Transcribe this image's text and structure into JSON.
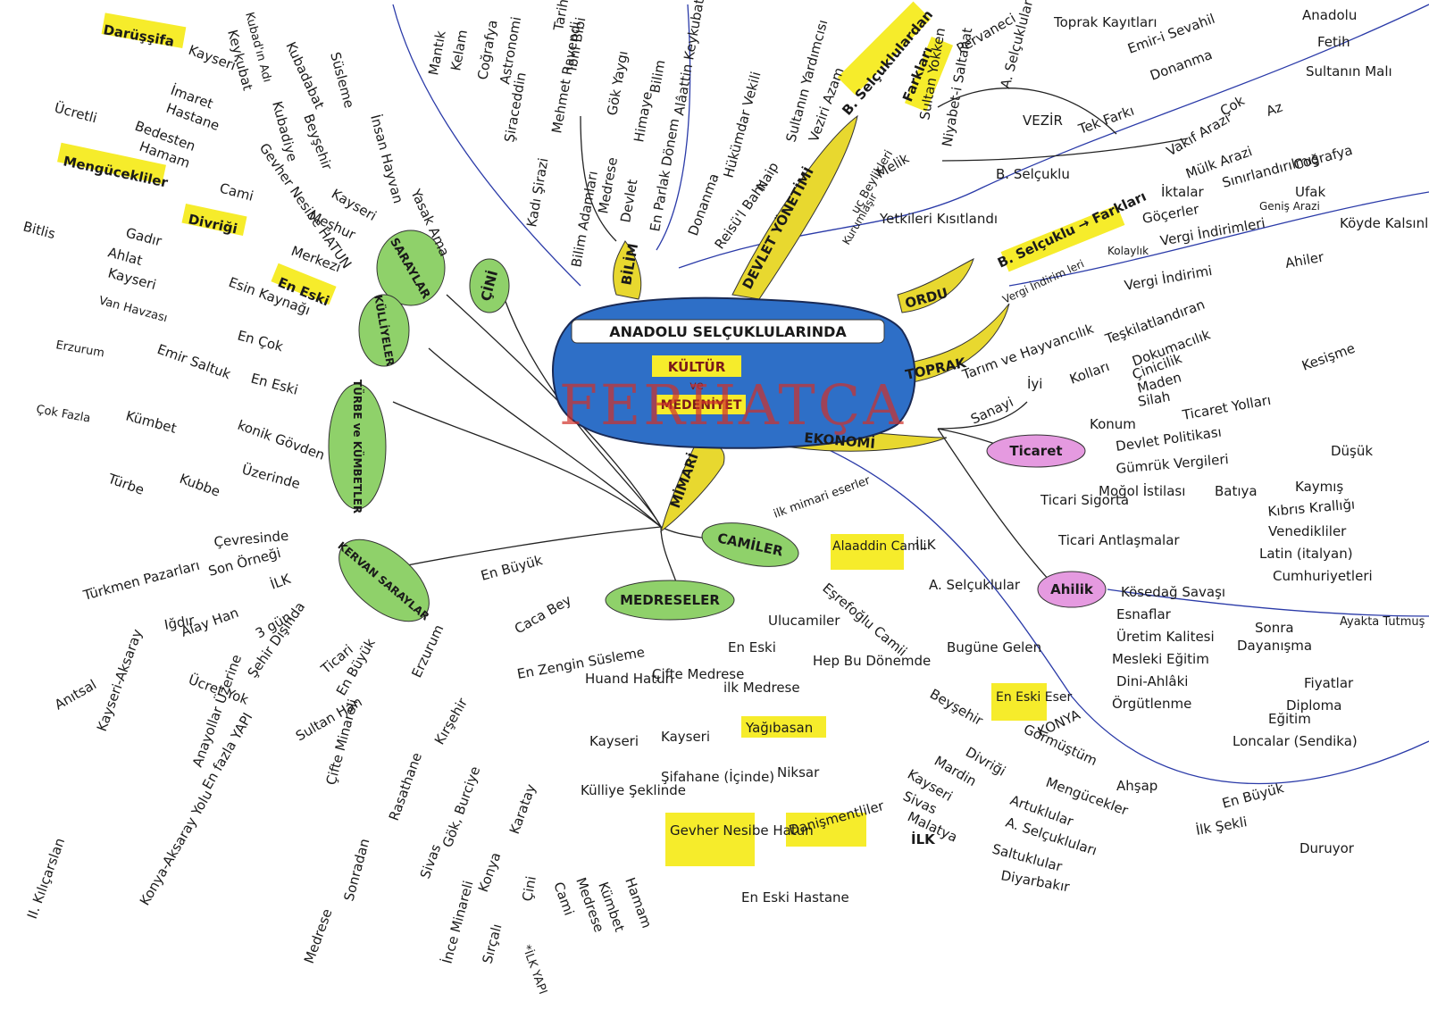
{
  "watermark": "FERHATÇA",
  "center": {
    "title": "ANADOLU SELÇUKLULARINDA",
    "line2": "KÜLTÜR",
    "line3": "ve",
    "line4": "MEDENİYET",
    "fill_color": "#2e6fc7"
  },
  "colors": {
    "highlight": "#f6ec2b",
    "green_node": "#8fd16a",
    "pink_node": "#e59ae0",
    "main_branch": "#e8d82f",
    "boundary": "#2a3aa8"
  },
  "branches": {
    "bilim": "BİLİM",
    "devlet": "DEVLET YÖNETİMİ",
    "ordu": "ORDU",
    "toprak": "TOPRAK",
    "ekonomi": "EKONOMİ",
    "mimari": "MİMARİ",
    "cini": "ÇİNİ",
    "saraylar": "SARAYLAR",
    "kulliyeler": "KÜLLİYELER",
    "turbe": "TÜRBE ve KÜMBETLER",
    "kervan": "KERVAN SARAYLAR",
    "medreseler": "MEDRESELER",
    "camiler": "CAMİLER",
    "ticaret": "Ticaret",
    "ahilik": "Ahilik"
  },
  "labels": {
    "bilim_adamlari": "Bilim Adamları",
    "kadi_siraci": "Kadı Şirazi",
    "siraceddin": "Şiraceddin",
    "cografya": "Coğrafya",
    "astronomi": "Astronomi",
    "mantik": "Mantık",
    "kelam": "Kelam",
    "mehmet_ravendi": "Mehmet Ravendi",
    "tarih": "Tarih",
    "ibni_bibi": "İbni Bibi",
    "medrese": "Medrese",
    "gok_yaygi": "Gök Yaygı",
    "devlet": "Devlet",
    "himaye": "Himaye",
    "bilim": "Bilim",
    "alaaddin_keykubat": "Alâattin Keykubat",
    "en_parlak_donem": "En Parlak Dönem",
    "donanma": "Donanma",
    "reisul_bahr": "Reisü'l Bahr",
    "hukumdar_vekili": "Hükümdar Vekili",
    "naip": "Naip",
    "sultanin_yardimcisi": "Sultanın Yardımcısı",
    "veziri_azam": "Veziri Azam",
    "b_selcuklu_top": "B. Selçuklulardan",
    "farklari": "Farkları",
    "kurumlasir": "Kurumlaşır",
    "uc_beylikleri": "uç Beylikleri",
    "melik": "Melik",
    "yetkileri_kisitlandi": "Yetkileri Kısıtlandı",
    "sultan_yokken": "Sultan Yokken",
    "niyabet_saltanat": "Niyabet-i Saltanat",
    "pervaneci": "Pervaneci",
    "toprak_kayitlari": "Toprak Kayıtları",
    "a_selcuklu_vezir": "A. Selçuklularda",
    "vezir": "VEZİR",
    "emiri_sevahil": "Emir-i Sevahil",
    "donanma2": "Donanma",
    "tek_farki": "Tek Farkı",
    "b_selcuklu": "B. Selçuklu",
    "vakif_arazi": "Vakıf Arazi",
    "cok": "Çok",
    "mulk_arazi": "Mülk Arazi",
    "az": "Az",
    "iktalar": "İktalar",
    "sinirlandirilmis": "Sınırlandırılmış",
    "cografya2": "Coğrafya",
    "ufak": "Ufak",
    "anadolu": "Anadolu",
    "fetih": "Fetih",
    "sultanin_mali": "Sultanın Malı",
    "gocerler": "Göçerler",
    "genis_arazi": "Geniş Arazi",
    "b_selcuklu_farklari": "B. Selçuklu → Farkları",
    "kolaylik": "Kolaylık",
    "vergi_indirimleri": "Vergi İndirimleri",
    "koyde_kalsinlar": "Köyde Kalsınlar",
    "b_selcuklu_3": "B. Selçuklu",
    "vergi_indirim_leri": "Vergi İndirim leri",
    "tarim_hayvancilik": "Tarım ve Hayvancılık",
    "vergi_indirimi": "Vergi İndirimi",
    "teskilatlandiran": "Teşkilatlandıran",
    "ahiler": "Ahiler",
    "sanayi": "Sanayi",
    "iyi": "İyi",
    "kollari": "Kolları",
    "dokumacilik": "Dokumacılık",
    "cinicilik": "Çinicilik",
    "maden": "Maden",
    "silah": "Silah",
    "kesisme": "Kesişme",
    "konum": "Konum",
    "ticaret_yollari": "Ticaret Yolları",
    "devlet_politikasi": "Devlet Politikası",
    "gumruk_vergileri": "Gümrük Vergileri",
    "dusuk": "Düşük",
    "ticari_sigorta": "Ticari Sigorta",
    "mogol_istilasi": "Moğol İstilası",
    "batiya": "Batıya",
    "kaymis": "Kaymış",
    "ticari_antlasmalar": "Ticari Antlaşmalar",
    "kibris": "Kıbrıs Krallığı",
    "venedik": "Venedikliler",
    "latin": "Latin (italyan)",
    "cumhuriyetleri": "Cumhuriyetleri",
    "kosedag": "Kösedağ Savaşı",
    "sonra": "Sonra",
    "ayakta_tutmus": "Ayakta Tutmuş",
    "esnaflar": "Esnaflar",
    "dayanisma": "Dayanışma",
    "uretim_kalitesi": "Üretim Kalitesi",
    "fiyatlar": "Fiyatlar",
    "mesleki_egitim": "Mesleki Eğitim",
    "diploma": "Diploma",
    "dini_ahlaki": "Dini-Ahlâki",
    "egitim": "Eğitim",
    "orgutlenme": "Örgütlenme",
    "loncalar": "Loncalar (Sendika)",
    "ilk_mimari": "ilk mimari eserler",
    "alaaddin_camii": "Alaaddin Camii",
    "ilk": "İLK",
    "a_selcuklulari": "A. Selçuklular",
    "bugune_gelen": "Bugüne Gelen",
    "en_eski_eser": "En Eski Eser",
    "konya": "KONYA",
    "esrefoglu": "Eşrefoğlu Camii",
    "beysehir": "Beyşehir",
    "gormustum": "Görmüştüm",
    "ahsap": "Ahşap",
    "en_buyuk": "En Büyük",
    "ilk_sekli": "İlk Şekli",
    "duruyor": "Duruyor",
    "ulucamiler": "Ulucamiler",
    "hep_bu_donemde": "Hep Bu Dönemde",
    "divrigi": "Divriği",
    "mengucekler": "Mengücekler",
    "mardin": "Mardin",
    "artuklular": "Artuklular",
    "kayseri": "Kayseri",
    "sivas": "Sivas",
    "a_selcuklulari2": "A. Selçukluları",
    "malatya": "Malatya",
    "ilk2": "İLK",
    "saltuklular": "Saltuklular",
    "diyarbakir": "Diyarbakır",
    "en_buyuk_med": "En Büyük",
    "caca_bey": "Caca Bey",
    "en_zengin_susleme": "En Zengin Süsleme",
    "huand_hatun": "Huand Hatun",
    "cifte_medrese": "Çifte Medrese",
    "en_eski": "En Eski",
    "ilk_medrese": "ilk Medrese",
    "yagibasan": "Yağıbasan",
    "niksar": "Niksar",
    "danismentliler": "Danişmentliler",
    "kayseri_m": "Kayseri",
    "kayseri_m2": "Kayseri",
    "kulliye_seklinde": "Külliye Şeklinde",
    "sifahane": "Şifahane (İçinde)",
    "gevher_nesibe": "Gevher Nesibe Hatun",
    "en_eski_hastane": "En Eski Hastane",
    "cami_med": "Cami",
    "medrese_med": "Medrese",
    "kumbet_med": "Kümbet",
    "hamam_med": "Hamam",
    "ilk_yapi": "*İLK YAPI",
    "karatay": "Karatay",
    "cini_m": "Çini",
    "konya_m": "Konya",
    "ince_minareli": "İnce Minareli",
    "sircali": "Sırçalı",
    "gok_burciye": "Gök, Burciye",
    "sivas_m": "Sivas",
    "kirsehir": "Kırşehir",
    "rasathane": "Rasathane",
    "sonradan": "Sonradan",
    "medrese_m2": "Medrese",
    "erzurum": "Erzurum",
    "cifte_minareli": "Çifte Minareli",
    "gevresinde": "Çevresinde",
    "turkmen_pazarlari": "Türkmen Pazarları",
    "son_ornegi": "Son Örneği",
    "ilk_k": "İLK",
    "igdir": "Iğdır",
    "alay_han": "Alay Han",
    "kayseri_aksaray": "Kayseri-Aksaray",
    "anitsal": "Anıtsal",
    "uc_gun": "3 gün",
    "ucret_yok": "Ücret Yok",
    "sehir_disinda": "Şehir Dışında",
    "anayollar": "Anayollar Üzerine",
    "ticari": "Ticari",
    "en_fazla_yapi": "En fazla YAPI",
    "en_buyuk_k": "En Büyük",
    "sultan_han": "Sultan Han",
    "konya_aksaray": "Konya-Aksaray Yolu",
    "ii_kilicarslan": "II. Kılıçarslan",
    "turbe": "Türbe",
    "kubbe": "Kubbe",
    "uzerinde": "Üzerinde",
    "konik_govden": "konik Gövden",
    "kumbet": "Kümbet",
    "cok_fazla": "Çok Fazla",
    "en_eski_t": "En Eski",
    "emir_saltuk": "Emir Saltuk",
    "erzurum_t": "Erzurum",
    "en_cok": "En Çok",
    "van_havzasi": "Van Havzası",
    "kayseri_t": "Kayseri",
    "ahlat": "Ahlat",
    "gadir": "Gadır",
    "bitlis": "Bitlis",
    "esin_kaynagi": "Esin Kaynağı",
    "en_eski_k": "En Eski",
    "merkezi": "Merkezi",
    "divrigi_k": "Divriği",
    "menguceliler": "Mengücekliler",
    "cami_k": "Cami",
    "gevher_nesibe_k": "Gevher Nesibe HATUN",
    "imaret": "İmaret",
    "hastane": "Hastane",
    "bedesten": "Bedesten",
    "hamam_k": "Hamam",
    "ucretli": "Ücretli",
    "darussifa": "Darüşşifa",
    "kayseri_k": "Kayseri",
    "meshur": "Meşhur",
    "kubadiye": "Kubadiye",
    "beysehir_s": "Beyşehir",
    "kubadabat": "Kubadabat",
    "keykubat": "Keykubat",
    "kayseri_s": "Kayseri",
    "susleme": "Süsleme",
    "insan_hayvan": "İnsan Hayvan",
    "yasak_ama": "Yasak Ama",
    "kubadabad_ad": "Kubad'ın Adı"
  }
}
